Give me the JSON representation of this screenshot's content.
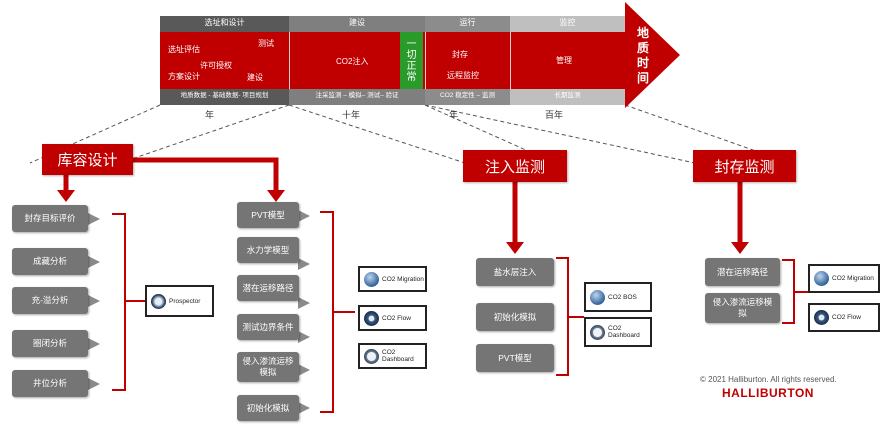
{
  "timeline": {
    "phases": [
      {
        "title": "选址和设计",
        "footer": "地质数据 - 基础数据- 项目规划"
      },
      {
        "title": "建设",
        "footer": "注采监测 – 模拟– 测试– 验证"
      },
      {
        "title": "运行",
        "footer": "CO2 稳定性 – 监测"
      },
      {
        "title": "监控",
        "footer": "长期监测"
      }
    ],
    "site_items": [
      "选址评估",
      "测试",
      "许可授权",
      "方案设计",
      "建设"
    ],
    "build_item": "CO2注入",
    "stop_label": [
      "一",
      "切",
      "正",
      "常"
    ],
    "operate_items": [
      "封存",
      "远程监控"
    ],
    "monitor_item": "管理",
    "arrow_label": [
      "地",
      "质",
      "时",
      "间"
    ],
    "time_scales": [
      "年",
      "十年",
      "年",
      "百年"
    ]
  },
  "sections": {
    "reservoir": {
      "title": "库容设计",
      "left_items": [
        "封存目标评价",
        "成藏分析",
        "充-溢分析",
        "圈闭分析",
        "井位分析"
      ],
      "left_tool": "Prospector",
      "mid_items": [
        "PVT模型",
        "水力学模型",
        "潜在运移路径",
        "测试边界条件",
        "侵入渗流运移模拟",
        "初始化模拟"
      ],
      "mid_tools": [
        "CO2 Migration",
        "CO2 Flow",
        "CO2 Dashboard"
      ]
    },
    "injection": {
      "title": "注入监测",
      "items": [
        "盐水层注入",
        "初始化模拟",
        "PVT模型"
      ],
      "tools": [
        "CO2 BOS",
        "CO2 Dashboard"
      ]
    },
    "storage": {
      "title": "封存监测",
      "items": [
        "潜在运移路径",
        "侵入渗流运移模拟"
      ],
      "tools": [
        "CO2 Migration",
        "CO2 Flow"
      ]
    }
  },
  "footer": {
    "copyright": "© 2021 Halliburton. All rights reserved.",
    "brand": "HALLIBURTON"
  },
  "colors": {
    "red": "#c00000",
    "dark_gray": "#595959",
    "mid_gray": "#757575",
    "light_gray": "#a6a6a6"
  }
}
